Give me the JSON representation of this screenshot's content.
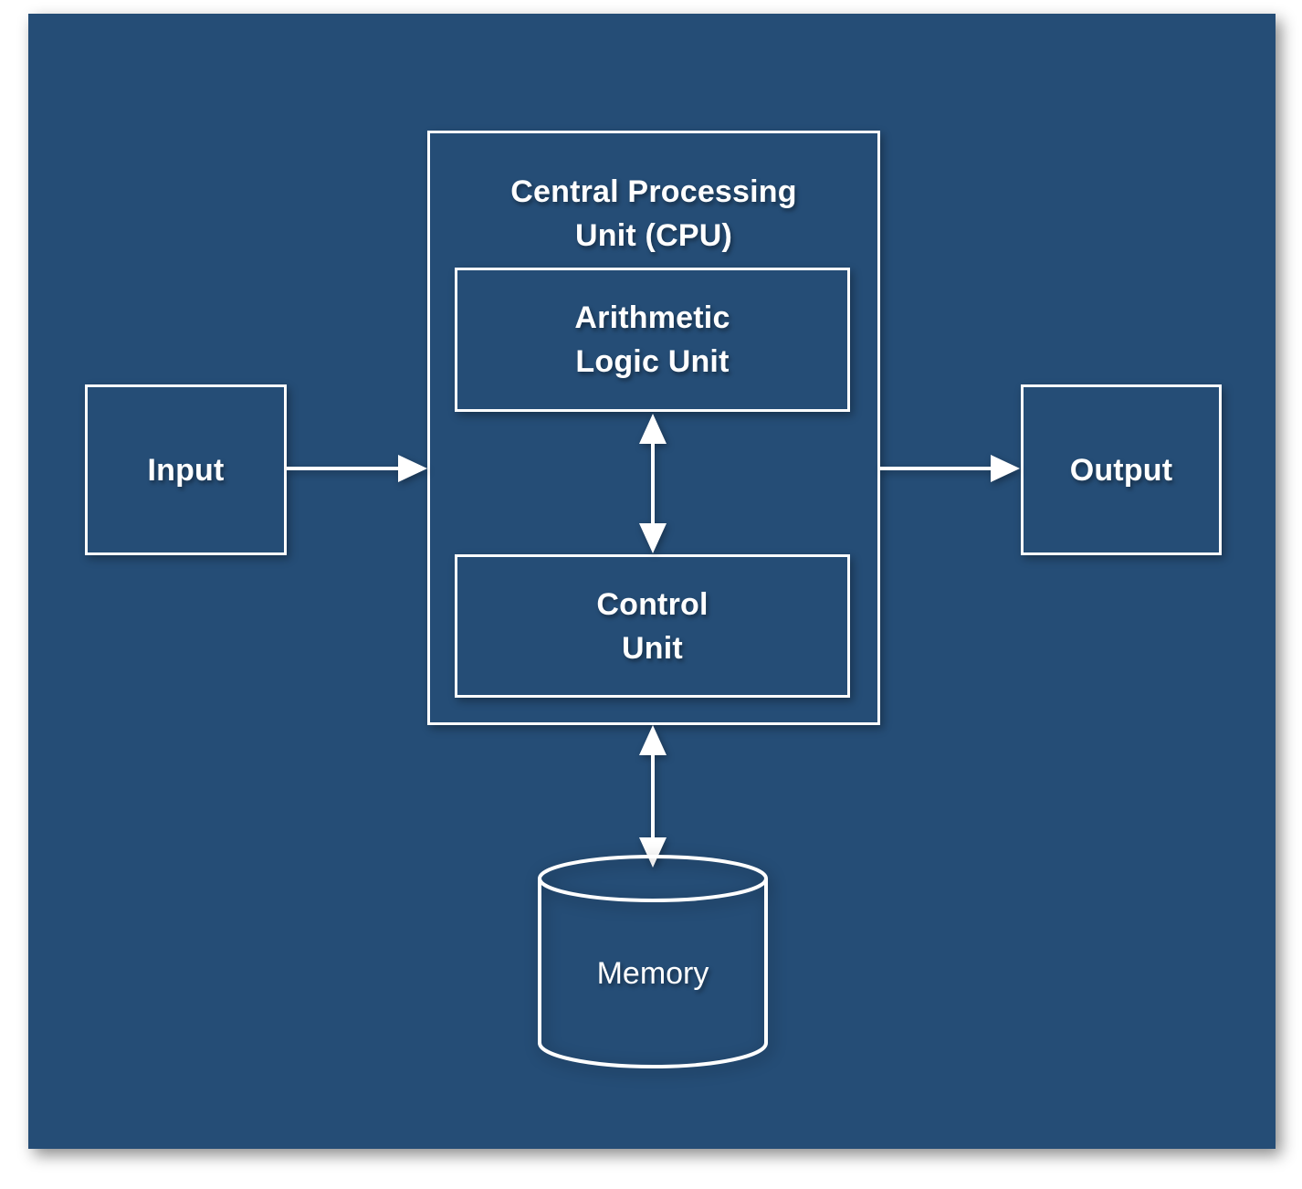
{
  "diagram": {
    "title": "Von Neumann computer architecture block diagram",
    "background_color": "#254d76",
    "line_color": "#ffffff",
    "nodes": {
      "input": {
        "label": "Input",
        "shape": "rectangle"
      },
      "output": {
        "label": "Output",
        "shape": "rectangle"
      },
      "cpu": {
        "label": "Central Processing\nUnit (CPU)",
        "label_line1": "Central Processing",
        "label_line2": "Unit (CPU)",
        "shape": "rectangle"
      },
      "alu": {
        "label": "Arithmetic\nLogic Unit",
        "label_line1": "Arithmetic",
        "label_line2": "Logic Unit",
        "shape": "rectangle"
      },
      "control_unit": {
        "label": "Control\nUnit",
        "label_line1": "Control",
        "label_line2": "Unit",
        "shape": "rectangle"
      },
      "memory": {
        "label": "Memory",
        "shape": "cylinder"
      }
    },
    "connections": [
      {
        "from": "input",
        "to": "cpu",
        "direction": "one-way",
        "orientation": "horizontal"
      },
      {
        "from": "cpu",
        "to": "output",
        "direction": "one-way",
        "orientation": "horizontal"
      },
      {
        "from": "alu",
        "to": "control_unit",
        "direction": "two-way",
        "orientation": "vertical"
      },
      {
        "from": "cpu",
        "to": "memory",
        "direction": "two-way",
        "orientation": "vertical"
      }
    ]
  },
  "chart_data": {
    "type": "diagram",
    "title": "Central Processing Unit (CPU) block diagram",
    "nodes": [
      "Input",
      "Central Processing Unit (CPU)",
      "Arithmetic Logic Unit",
      "Control Unit",
      "Output",
      "Memory"
    ],
    "edges": [
      {
        "source": "Input",
        "target": "Central Processing Unit (CPU)",
        "arrow": "single"
      },
      {
        "source": "Central Processing Unit (CPU)",
        "target": "Output",
        "arrow": "single"
      },
      {
        "source": "Arithmetic Logic Unit",
        "target": "Control Unit",
        "arrow": "double"
      },
      {
        "source": "Central Processing Unit (CPU)",
        "target": "Memory",
        "arrow": "double"
      }
    ]
  }
}
